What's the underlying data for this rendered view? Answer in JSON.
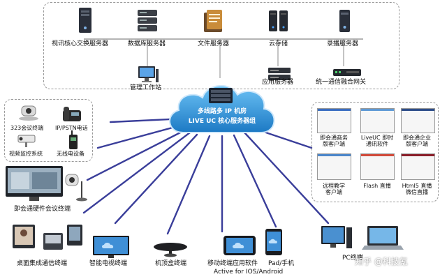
{
  "top_group": {
    "servers": [
      {
        "label": "视讯核心交换服务器",
        "icon": "server-tower-icon"
      },
      {
        "label": "数据库服务器",
        "icon": "database-server-icon"
      },
      {
        "label": "文件服务器",
        "icon": "file-server-icon"
      },
      {
        "label": "云存储",
        "icon": "cloud-storage-icon"
      },
      {
        "label": "录播服务器",
        "icon": "recording-server-icon"
      }
    ],
    "lower": [
      {
        "label": "管理工作站",
        "icon": "workstation-icon"
      },
      {
        "label": "应用服务器",
        "icon": "app-server-icon"
      },
      {
        "label": "统一通信融合网关",
        "icon": "gateway-icon"
      }
    ]
  },
  "cloud": {
    "line1": "多线路多 IP 机房",
    "line2": "LIVE UC 核心服务器组",
    "color": "#2f8fd6"
  },
  "left_group": {
    "items": [
      {
        "label": "323会议终端",
        "icon": "conference-camera-icon"
      },
      {
        "label": "IP/PSTN电话",
        "icon": "ip-phone-icon"
      },
      {
        "label": "视频监控系统",
        "icon": "cctv-camera-icon"
      },
      {
        "label": "无线电设备",
        "icon": "radio-icon"
      }
    ]
  },
  "hardware_terminal": {
    "label": "即会通硬件会议终端"
  },
  "bottom_terminals": [
    {
      "label": "桌面集成通信终端",
      "icon": "desktop-terminal-icon"
    },
    {
      "label": "智能电视终端",
      "icon": "smart-tv-icon"
    },
    {
      "label": "机顶盒终端",
      "icon": "set-top-box-icon"
    },
    {
      "label": "移动终端应用软件",
      "icon": "mobile-app-icon"
    },
    {
      "label": "Pad/手机",
      "icon": "tablet-phone-icon"
    },
    {
      "label": "Active for IOS/Android",
      "icon": ""
    },
    {
      "label": "PC终端",
      "icon": "pc-laptop-icon"
    }
  ],
  "right_group": {
    "tiles": [
      {
        "label": "即会通商务\n版客户端"
      },
      {
        "label": "LiveUC 即时\n通讯软件"
      },
      {
        "label": "即会通企业\n版客户端"
      },
      {
        "label": "远程教学\n客户端"
      },
      {
        "label": "Flash 直播"
      },
      {
        "label": "Html5 直播\n微信直播"
      }
    ]
  },
  "watermark": "知乎 @科技氪",
  "colors": {
    "line": "#3a3e9a",
    "dash": "#9a9a9a"
  }
}
